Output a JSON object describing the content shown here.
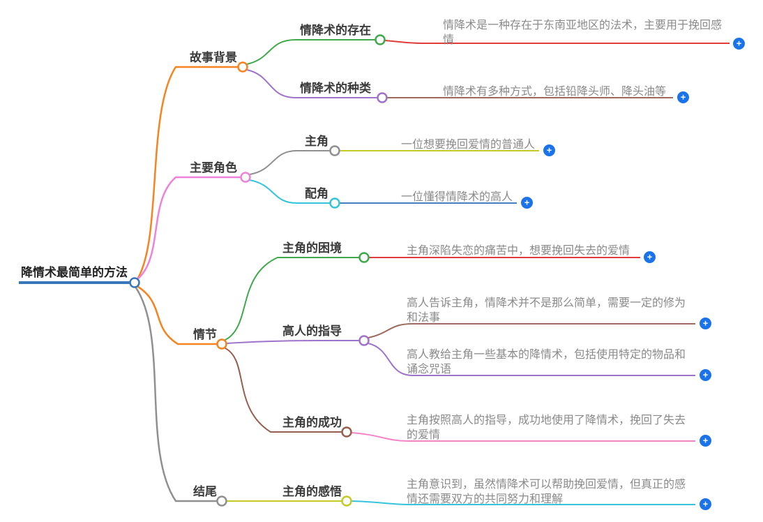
{
  "app": {
    "kind": "mindmap-canvas"
  },
  "palette": {
    "root_blue": "#3878ba",
    "orange": "#f78320",
    "pink": "#ee82d9",
    "gray": "#909090",
    "green": "#3fa94c",
    "purple": "#9d74c9",
    "red": "#e23b3b",
    "brown": "#9c6b5e",
    "dark_brown": "#96604f",
    "yellow_green": "#c3ca2a",
    "cyan": "#35c4dc",
    "steel_blue": "#4480bd",
    "light_pink": "#f583c8",
    "add_button_blue": "#1a73e8",
    "label_text": "#3b3b3b",
    "note_text": "#8a8a8a"
  },
  "icons": {
    "add_child": "+"
  },
  "root": {
    "label": "降情术最简单的方法"
  },
  "branches": [
    {
      "label": "故事背景",
      "color": "#f78320",
      "children": [
        {
          "label": "情降术的存在",
          "color": "#3fa94c",
          "notes": [
            {
              "text": "情降术是一种存在于东南亚地区的法术，主要用于挽回感情",
              "line_color": "#e23b3b"
            }
          ]
        },
        {
          "label": "情降术的种类",
          "color": "#9d74c9",
          "notes": [
            {
              "text": "情降术有多种方式，包括铅降头师、降头油等",
              "line_color": "#9c6b5e"
            }
          ]
        }
      ]
    },
    {
      "label": "主要角色",
      "color": "#ee82d9",
      "children": [
        {
          "label": "主角",
          "color": "#909090",
          "notes": [
            {
              "text": "一位想要挽回爱情的普通人",
              "line_color": "#c3ca2a"
            }
          ]
        },
        {
          "label": "配角",
          "color": "#35c4dc",
          "notes": [
            {
              "text": "一位懂得情降术的高人",
              "line_color": "#4480bd"
            }
          ]
        }
      ]
    },
    {
      "label": "情节",
      "color": "#f78320",
      "children": [
        {
          "label": "主角的困境",
          "color": "#3fa94c",
          "notes": [
            {
              "text": "主角深陷失恋的痛苦中，想要挽回失去的爱情",
              "line_color": "#e23b3b"
            }
          ]
        },
        {
          "label": "高人的指导",
          "color": "#9d74c9",
          "notes": [
            {
              "text": "高人告诉主角，情降术并不是那么简单，需要一定的修为和法事",
              "line_color": "#9c6b5e"
            },
            {
              "text": "高人教给主角一些基本的降情术，包括使用特定的物品和诵念咒语",
              "line_color": "#9d74c9"
            }
          ]
        },
        {
          "label": "主角的成功",
          "color": "#96604f",
          "notes": [
            {
              "text": "主角按照高人的指导，成功地使用了降情术，挽回了失去的爱情",
              "line_color": "#f583c8"
            }
          ]
        }
      ]
    },
    {
      "label": "结尾",
      "color": "#909090",
      "children": [
        {
          "label": "主角的感悟",
          "color": "#c3ca2a",
          "notes": [
            {
              "text": "主角意识到，虽然情降术可以帮助挽回爱情，但真正的感情还需要双方的共同努力和理解",
              "line_color": "#35c4dc"
            }
          ]
        }
      ]
    }
  ]
}
